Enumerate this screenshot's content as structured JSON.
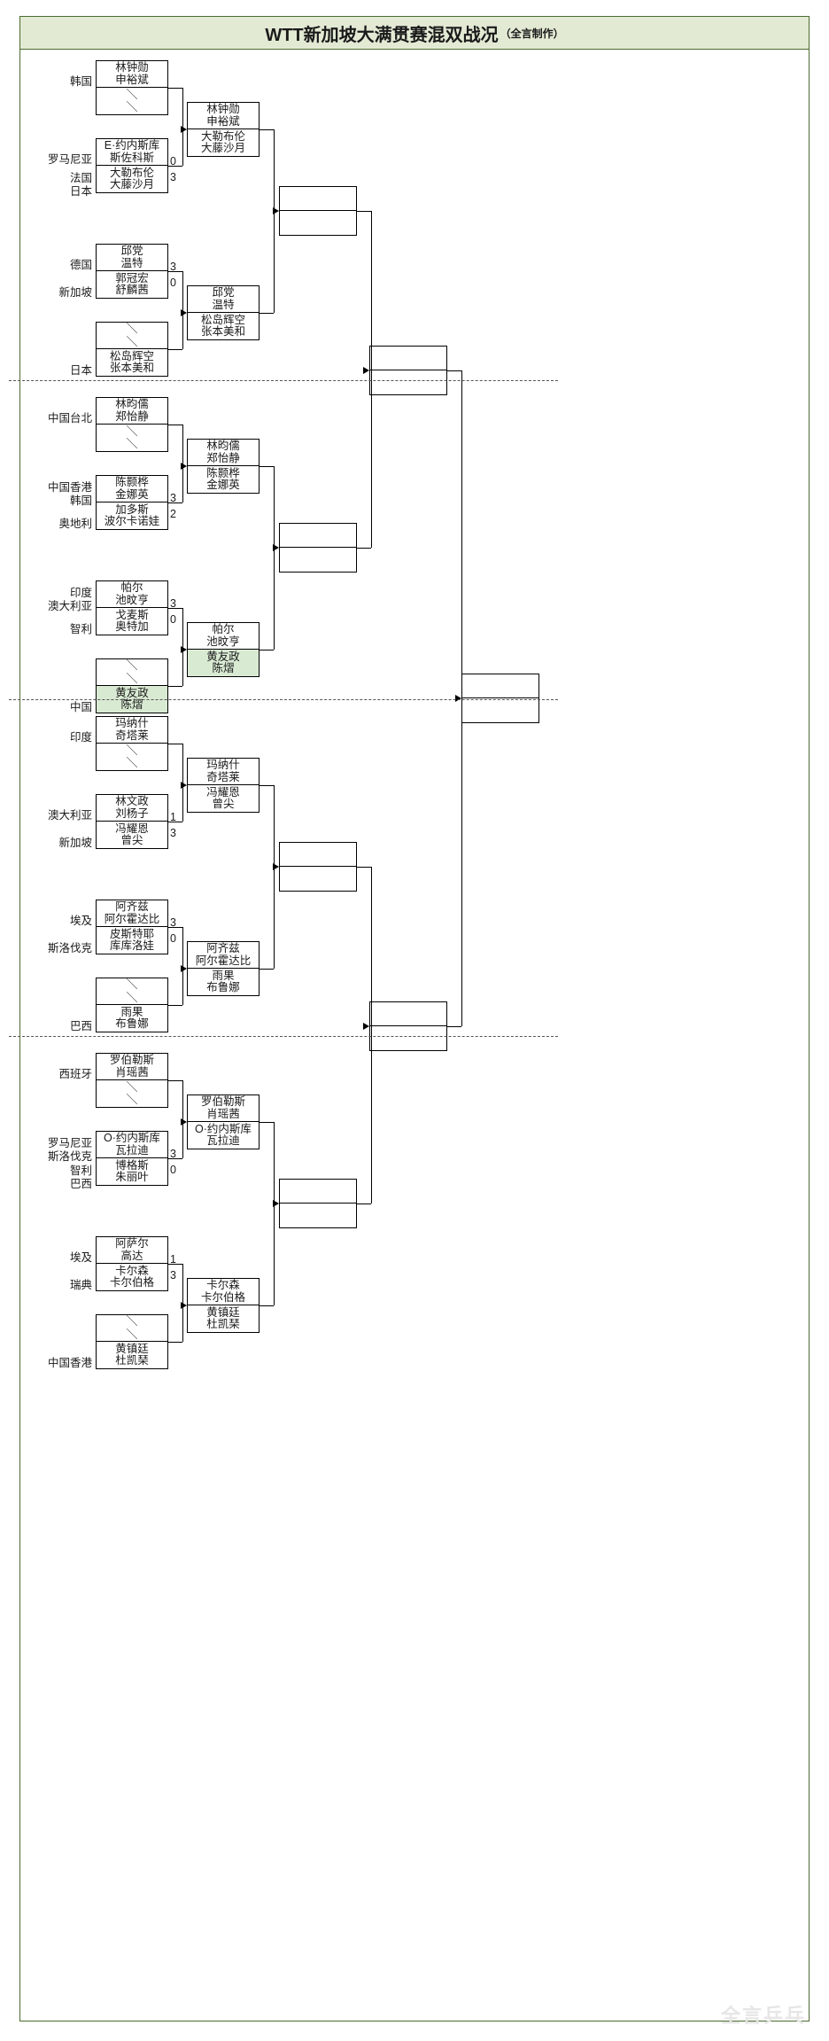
{
  "title": {
    "main": "WTT新加坡大满贯赛混双战况",
    "sub": "（全言制作）"
  },
  "watermark": "全言乒乓",
  "colors": {
    "title_bg": "#e2ead4",
    "frame_border": "#4c6b2f",
    "highlight": "#d9ead3",
    "line": "#000000"
  },
  "bye_mark": "＼",
  "sections": [
    {
      "id": "section-1",
      "r1": [
        {
          "id": "m1",
          "top": {
            "countries": [
              "韩国"
            ],
            "players": [
              "林钟勋",
              "申裕斌"
            ],
            "score": ""
          },
          "bottom": {
            "countries": [],
            "players": [
              "＼",
              "＼"
            ],
            "score": "",
            "bye": true
          }
        },
        {
          "id": "m2",
          "top": {
            "countries": [
              "罗马尼亚"
            ],
            "players": [
              "E·约内斯库",
              "斯佐科斯"
            ],
            "score": "0"
          },
          "bottom": {
            "countries": [
              "法国",
              "日本"
            ],
            "players": [
              "大勒布伦",
              "大藤沙月"
            ],
            "score": "3"
          }
        },
        {
          "id": "m3",
          "top": {
            "countries": [
              "德国"
            ],
            "players": [
              "邱党",
              "温特"
            ],
            "score": "3"
          },
          "bottom": {
            "countries": [
              "新加坡"
            ],
            "players": [
              "郭冠宏",
              "舒麟茜"
            ],
            "score": "0"
          }
        },
        {
          "id": "m4",
          "top": {
            "countries": [],
            "players": [
              "＼",
              "＼"
            ],
            "score": "",
            "bye": true
          },
          "bottom": {
            "countries": [
              "日本"
            ],
            "players": [
              "松岛辉空",
              "张本美和"
            ],
            "score": ""
          }
        }
      ],
      "r2": [
        {
          "id": "m5",
          "top": {
            "players": [
              "林钟勋",
              "申裕斌"
            ]
          },
          "bottom": {
            "players": [
              "大勒布伦",
              "大藤沙月"
            ]
          }
        },
        {
          "id": "m6",
          "top": {
            "players": [
              "邱党",
              "温特"
            ]
          },
          "bottom": {
            "players": [
              "松岛辉空",
              "张本美和"
            ]
          }
        }
      ],
      "r3": [
        {
          "id": "m7",
          "top": {
            "players": [
              "",
              ""
            ]
          },
          "bottom": {
            "players": [
              "",
              ""
            ]
          }
        }
      ]
    },
    {
      "id": "section-2",
      "r1": [
        {
          "id": "m8",
          "top": {
            "countries": [
              "中国台北"
            ],
            "players": [
              "林昀儒",
              "郑怡静"
            ],
            "score": ""
          },
          "bottom": {
            "countries": [],
            "players": [
              "＼",
              "＼"
            ],
            "score": "",
            "bye": true
          }
        },
        {
          "id": "m9",
          "top": {
            "countries": [
              "中国香港",
              "韩国"
            ],
            "players": [
              "陈颢桦",
              "金娜英"
            ],
            "score": "3"
          },
          "bottom": {
            "countries": [
              "奥地利"
            ],
            "players": [
              "加多斯",
              "波尔卡诺娃"
            ],
            "score": "2"
          }
        },
        {
          "id": "m10",
          "top": {
            "countries": [
              "印度",
              "澳大利亚"
            ],
            "players": [
              "帕尔",
              "池旼亨"
            ],
            "score": "3"
          },
          "bottom": {
            "countries": [
              "智利"
            ],
            "players": [
              "戈麦斯",
              "奥特加"
            ],
            "score": "0"
          }
        },
        {
          "id": "m11",
          "top": {
            "countries": [],
            "players": [
              "＼",
              "＼"
            ],
            "score": "",
            "bye": true
          },
          "bottom": {
            "countries": [
              "中国"
            ],
            "players": [
              "黄友政",
              "陈熠"
            ],
            "score": "",
            "highlight": true
          }
        }
      ],
      "r2": [
        {
          "id": "m12",
          "top": {
            "players": [
              "林昀儒",
              "郑怡静"
            ]
          },
          "bottom": {
            "players": [
              "陈颢桦",
              "金娜英"
            ]
          }
        },
        {
          "id": "m13",
          "top": {
            "players": [
              "帕尔",
              "池旼亨"
            ]
          },
          "bottom": {
            "players": [
              "黄友政",
              "陈熠"
            ],
            "highlight": true
          }
        }
      ],
      "r3": [
        {
          "id": "m14",
          "top": {
            "players": [
              "",
              ""
            ]
          },
          "bottom": {
            "players": [
              "",
              ""
            ]
          }
        }
      ]
    },
    {
      "id": "section-3",
      "r1": [
        {
          "id": "m15",
          "top": {
            "countries": [
              "印度"
            ],
            "players": [
              "玛纳什",
              "奇塔莱"
            ],
            "score": ""
          },
          "bottom": {
            "countries": [],
            "players": [
              "＼",
              "＼"
            ],
            "score": "",
            "bye": true
          }
        },
        {
          "id": "m16",
          "top": {
            "countries": [
              "澳大利亚"
            ],
            "players": [
              "林文政",
              "刘杨子"
            ],
            "score": "1"
          },
          "bottom": {
            "countries": [
              "新加坡"
            ],
            "players": [
              "冯耀恩",
              "曾尖"
            ],
            "score": "3"
          }
        },
        {
          "id": "m17",
          "top": {
            "countries": [
              "埃及"
            ],
            "players": [
              "阿齐兹",
              "阿尔霍达比"
            ],
            "score": "3"
          },
          "bottom": {
            "countries": [
              "斯洛伐克"
            ],
            "players": [
              "皮斯特耶",
              "库库洛娃"
            ],
            "score": "0"
          }
        },
        {
          "id": "m18",
          "top": {
            "countries": [],
            "players": [
              "＼",
              "＼"
            ],
            "score": "",
            "bye": true
          },
          "bottom": {
            "countries": [
              "巴西"
            ],
            "players": [
              "雨果",
              "布鲁娜"
            ],
            "score": ""
          }
        }
      ],
      "r2": [
        {
          "id": "m19",
          "top": {
            "players": [
              "玛纳什",
              "奇塔莱"
            ]
          },
          "bottom": {
            "players": [
              "冯耀恩",
              "曾尖"
            ]
          }
        },
        {
          "id": "m20",
          "top": {
            "players": [
              "阿齐兹",
              "阿尔霍达比"
            ]
          },
          "bottom": {
            "players": [
              "雨果",
              "布鲁娜"
            ]
          }
        }
      ],
      "r3": [
        {
          "id": "m21",
          "top": {
            "players": [
              "",
              ""
            ]
          },
          "bottom": {
            "players": [
              "",
              ""
            ]
          }
        }
      ]
    },
    {
      "id": "section-4",
      "r1": [
        {
          "id": "m22",
          "top": {
            "countries": [
              "西班牙"
            ],
            "players": [
              "罗伯勒斯",
              "肖瑶茜"
            ],
            "score": ""
          },
          "bottom": {
            "countries": [],
            "players": [
              "＼",
              "＼"
            ],
            "score": "",
            "bye": true
          }
        },
        {
          "id": "m23",
          "top": {
            "countries": [
              "罗马尼亚",
              "斯洛伐克"
            ],
            "players": [
              "O·约内斯库",
              "瓦拉迪"
            ],
            "score": "3"
          },
          "bottom": {
            "countries": [
              "智利",
              "巴西"
            ],
            "players": [
              "博格斯",
              "朱丽叶"
            ],
            "score": "0"
          }
        },
        {
          "id": "m24",
          "top": {
            "countries": [
              "埃及"
            ],
            "players": [
              "阿萨尔",
              "高达"
            ],
            "score": "1"
          },
          "bottom": {
            "countries": [
              "瑞典"
            ],
            "players": [
              "卡尔森",
              "卡尔伯格"
            ],
            "score": "3"
          }
        },
        {
          "id": "m25",
          "top": {
            "countries": [],
            "players": [
              "＼",
              "＼"
            ],
            "score": "",
            "bye": true
          },
          "bottom": {
            "countries": [
              "中国香港"
            ],
            "players": [
              "黄镇廷",
              "杜凯琹"
            ],
            "score": ""
          }
        }
      ],
      "r2": [
        {
          "id": "m26",
          "top": {
            "players": [
              "罗伯勒斯",
              "肖瑶茜"
            ]
          },
          "bottom": {
            "players": [
              "O·约内斯库",
              "瓦拉迪"
            ]
          }
        },
        {
          "id": "m27",
          "top": {
            "players": [
              "卡尔森",
              "卡尔伯格"
            ]
          },
          "bottom": {
            "players": [
              "黄镇廷",
              "杜凯琹"
            ]
          }
        }
      ],
      "r3": [
        {
          "id": "m28",
          "top": {
            "players": [
              "",
              ""
            ]
          },
          "bottom": {
            "players": [
              "",
              ""
            ]
          }
        }
      ]
    }
  ],
  "semifinals": [
    {
      "id": "sf1",
      "top": {
        "players": [
          "",
          ""
        ]
      },
      "bottom": {
        "players": [
          "",
          ""
        ]
      }
    },
    {
      "id": "sf2",
      "top": {
        "players": [
          "",
          ""
        ]
      },
      "bottom": {
        "players": [
          "",
          ""
        ]
      }
    }
  ],
  "final": {
    "id": "final",
    "top": {
      "players": [
        "",
        ""
      ]
    },
    "bottom": {
      "players": [
        "",
        ""
      ]
    }
  }
}
